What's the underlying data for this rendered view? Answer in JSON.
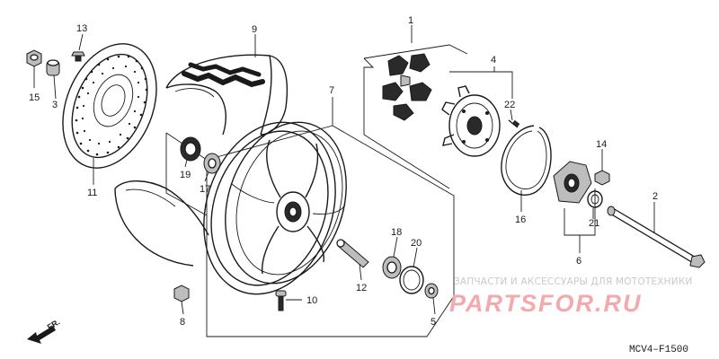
{
  "diagram": {
    "callouts": [
      {
        "id": "c1",
        "label": "1"
      },
      {
        "id": "c2",
        "label": "2"
      },
      {
        "id": "c3",
        "label": "3"
      },
      {
        "id": "c4",
        "label": "4"
      },
      {
        "id": "c5",
        "label": "5"
      },
      {
        "id": "c6",
        "label": "6"
      },
      {
        "id": "c7",
        "label": "7"
      },
      {
        "id": "c8",
        "label": "8"
      },
      {
        "id": "c9",
        "label": "9"
      },
      {
        "id": "c10",
        "label": "10"
      },
      {
        "id": "c11",
        "label": "11"
      },
      {
        "id": "c12",
        "label": "12"
      },
      {
        "id": "c13",
        "label": "13"
      },
      {
        "id": "c14",
        "label": "14"
      },
      {
        "id": "c15",
        "label": "15"
      },
      {
        "id": "c16",
        "label": "16"
      },
      {
        "id": "c17",
        "label": "17"
      },
      {
        "id": "c18",
        "label": "18"
      },
      {
        "id": "c19",
        "label": "19"
      },
      {
        "id": "c20",
        "label": "20"
      },
      {
        "id": "c21",
        "label": "21"
      },
      {
        "id": "c22",
        "label": "22"
      }
    ],
    "front_arrow_label": "FR.",
    "diagram_code": "MCV4–F1500"
  },
  "watermark": {
    "tagline": "ЗАПЧАСТИ И АКСЕССУАРЫ ДЛЯ МОТОТЕХНИКИ",
    "brand": "PARTSFOR.RU"
  },
  "colors": {
    "line": "#1a1a1a",
    "watermark_brand": "#f3a9ad",
    "watermark_tagline": "#c9c9c9"
  }
}
